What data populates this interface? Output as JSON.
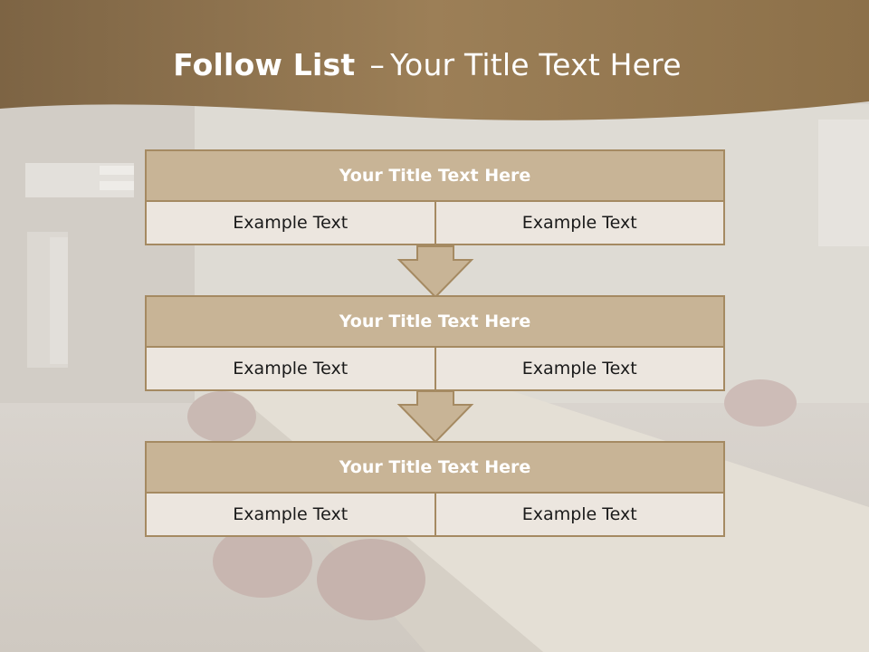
{
  "slide": {
    "title_bold": "Follow List",
    "title_separator": "–",
    "title_rest": "Your Title Text Here"
  },
  "blocks": [
    {
      "header": "Your Title Text Here",
      "cells": [
        "Example Text",
        "Example Text"
      ]
    },
    {
      "header": "Your Title Text Here",
      "cells": [
        "Example Text",
        "Example Text"
      ]
    },
    {
      "header": "Your Title Text Here",
      "cells": [
        "Example Text",
        "Example Text"
      ]
    }
  ],
  "colors": {
    "banner": "#8f744f",
    "header_fill": "#c8b496",
    "border": "#a58a62",
    "cell_fill": "#ece6df",
    "arrow_fill": "#c8b496"
  },
  "icons": {
    "connector": "arrow-down-icon"
  }
}
